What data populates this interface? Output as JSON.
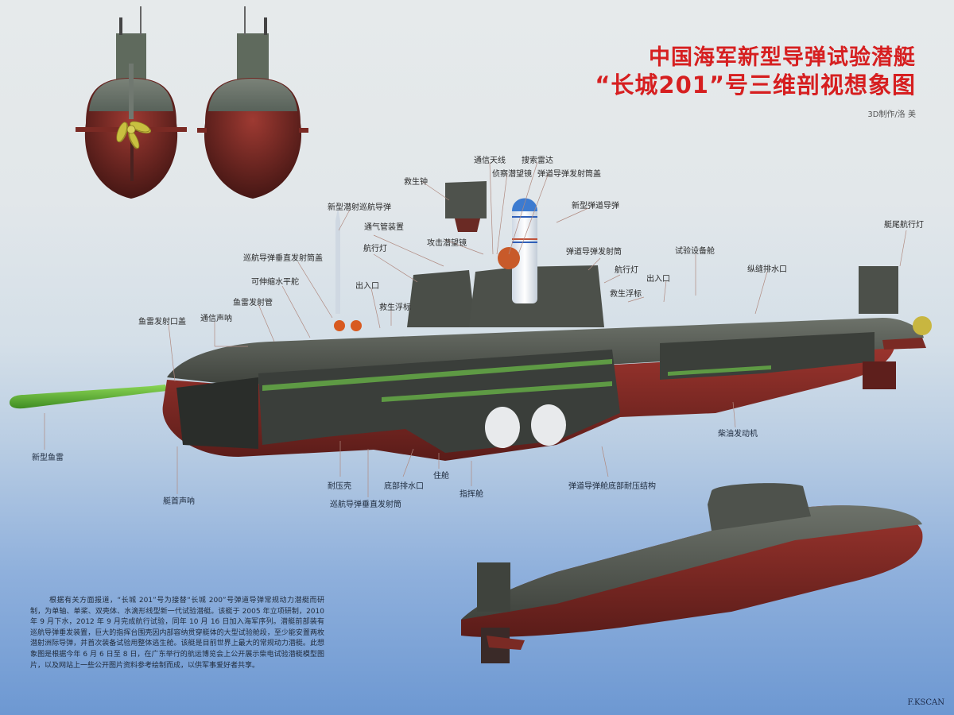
{
  "title": {
    "line1": "中国海军新型导弹试验潜艇",
    "line2": "“长城201”号三维剖视想象图",
    "credit": "3D制作/洛 美"
  },
  "colors": {
    "title_red": "#d61f20",
    "hull_red": "#8b2b26",
    "hull_grey": "#5a5f57",
    "deck_green": "#4f8a3a",
    "torpedo_green": "#6bbf3b",
    "missile_blue": "#3a78c8",
    "propeller_gold": "#c8b640"
  },
  "labels": {
    "tongxin_tianxian": "通信天线",
    "sousuo_leida": "搜索雷达",
    "zhencha_qianwangjing": "侦察潜望镜",
    "dandao_fashetong_gai": "弹道导弹发射筒盖",
    "jiushengzhong": "救生钟",
    "xinxing_dandao_daodan": "新型弹道导弹",
    "xinxing_qianshe_xunhang": "新型潜射巡航导弹",
    "tongqiguan": "通气管装置",
    "gongji_qianwangjing": "攻击潜望镜",
    "hangxingdeng_1": "航行灯",
    "xunhang_chuizhi_gai": "巡航导弹垂直发射筒盖",
    "kesuo_shuipingduo": "可伸缩水平舵",
    "churukou_1": "出入口",
    "jiusheng_fubiao_1": "救生浮标",
    "yulei_fasheguan": "鱼雷发射管",
    "tongxin_shengna": "通信声呐",
    "yulei_fashekou_gai": "鱼雷发射口盖",
    "dandao_fashetong": "弹道导弹发射筒",
    "hangxingdeng_2": "航行灯",
    "churukou_2": "出入口",
    "jiusheng_fubiao_2": "救生浮标",
    "shiyan_shebeicang": "试验设备舱",
    "zongfeng_paishuikou": "纵缝排水口",
    "tingwei_hangxingdeng": "艇尾航行灯",
    "xinxing_yulei": "新型鱼雷",
    "chaiyou_fadongji": "柴油发动机",
    "tingshou_shengna": "艇首声呐",
    "naiyake": "耐压壳",
    "dibu_paishuikou": "底部排水口",
    "zhucang": "住舱",
    "xunhang_chuizhi_fashetong": "巡航导弹垂直发射筒",
    "zhihuicang": "指挥舱",
    "dandao_cang_naiya": "弹道导弹舱底部耐压结构"
  },
  "description": "根据有关方面报道，“长城 201”号为接替“长城 200”号弹道导弹常规动力潜艇而研制，为单轴、单桨、双壳体、水滴形线型新一代试验潜艇。该艇于 2005 年立项研制，2010 年 9 月下水，2012 年 9 月完成航行试验，同年 10 月 16 日加入海军序列。潜艇前部装有巡航导弹垂发装置，巨大的指挥台围壳因内部容纳贯穿艇体的大型试验舱段，至少能安置两枚潜射洲际导弹，并首次装备试验用整体逃生舱。该艇是目前世界上最大的常规动力潜艇。此想象图是根据今年 6 月 6 日至 8 日，在广东举行的航运博览会上公开展示柴电试验潜艇模型图片，以及网站上一些公开图片资料参考绘制而成，以供军事爱好者共享。",
  "watermark": "F.KSCAN"
}
